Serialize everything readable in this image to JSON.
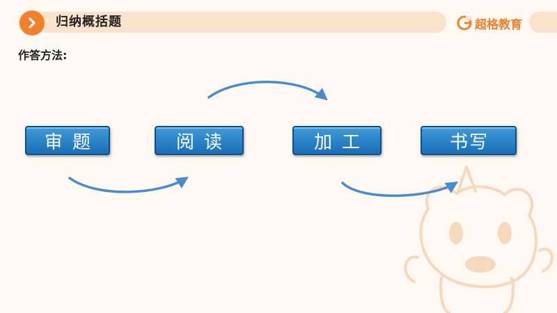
{
  "header": {
    "title": "归纳概括题",
    "brand": "超格教育",
    "icons": [
      "chevron-right-icon",
      "brand-logo-icon"
    ],
    "accent_color": "#f0802c"
  },
  "method_label": "作答方法:",
  "steps": [
    {
      "label": "审题"
    },
    {
      "label": "阅读"
    },
    {
      "label": "加工"
    },
    {
      "label": "书写"
    }
  ],
  "colors": {
    "step_fill": "#1f7bc4",
    "arrow": "#4a8bc9"
  }
}
